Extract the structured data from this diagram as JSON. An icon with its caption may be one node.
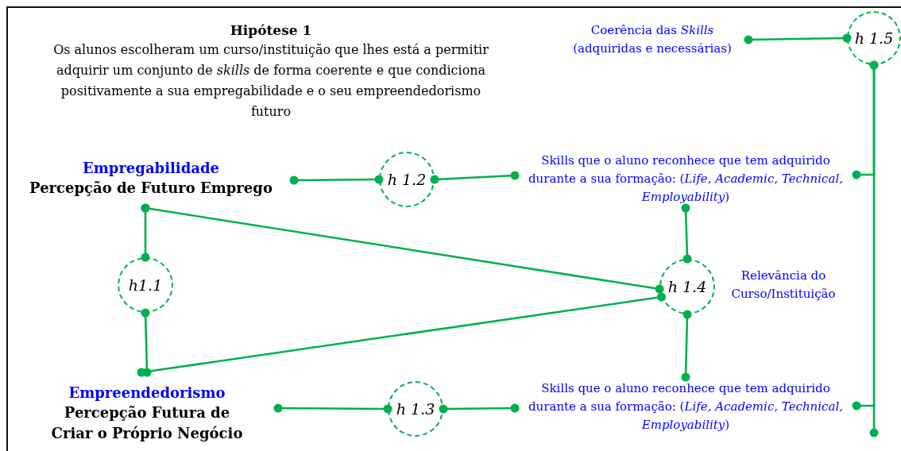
{
  "diagram": {
    "title": "Hipótese 1",
    "nodes": [
      {
        "text": [
          "Empregabilidade",
          "Percepção de Futuro Emprego"
        ]
      },
      {
        "text": [
          "h1.1"
        ]
      },
      {
        "text": [
          "Empreendedorismo",
          "Percepção Futura de Criar o Próprio Negócio"
        ]
      },
      {
        "text": [
          "h 1.2"
        ]
      },
      {
        "text": [
          "h 1.3"
        ]
      },
      {
        "text": [
          "Skills que o aluno reconhece que tem adquirido durante a sua formação: (*Life, Academic, Technical, Employability*)"
        ]
      },
      {
        "text": [
          "h 1.4"
        ],
        "beside": [
          "Relevância do Curso/Instituição"
        ]
      },
      {
        "text": [
          "Skills que o aluno reconhece que tem adquirido durante a sua formação: (*Life, Academic, Technical, Employability*)"
        ]
      },
      {
        "text": [
          "Coerência das *Skills* (adquiridas e necessárias)"
        ]
      },
      {
        "text": [
          "h 1.5"
        ]
      }
    ],
    "edges": [
      {
        "from": 0,
        "to": 1,
        "arrow": "other"
      },
      {
        "from": 1,
        "to": 2,
        "arrow": "other"
      },
      {
        "from": 0,
        "to": 3,
        "arrow": "other"
      },
      {
        "from": 3,
        "to": 5,
        "arrow": "other"
      },
      {
        "from": 0,
        "to": 6,
        "arrow": "other"
      },
      {
        "from": 2,
        "to": 6,
        "arrow": "other"
      },
      {
        "from": 5,
        "to": 6,
        "arrow": "other"
      },
      {
        "from": 6,
        "to": 7,
        "arrow": "other"
      },
      {
        "from": 2,
        "to": 4,
        "arrow": "other"
      },
      {
        "from": 4,
        "to": 7,
        "arrow": "other"
      },
      {
        "from": 8,
        "to": 9,
        "arrow": "other"
      },
      {
        "from": 9,
        "to": 5,
        "arrow": "other"
      },
      {
        "from": 9,
        "to": 7,
        "arrow": "other"
      }
    ],
    "labels": [
      "Os alunos escolheram um curso/instituição que lhes está a permitir adquirir um conjunto de *skills* de forma coerente e que condiciona positivamente a sua empregabilidade e o seu empreendedorismo futuro"
    ]
  }
}
